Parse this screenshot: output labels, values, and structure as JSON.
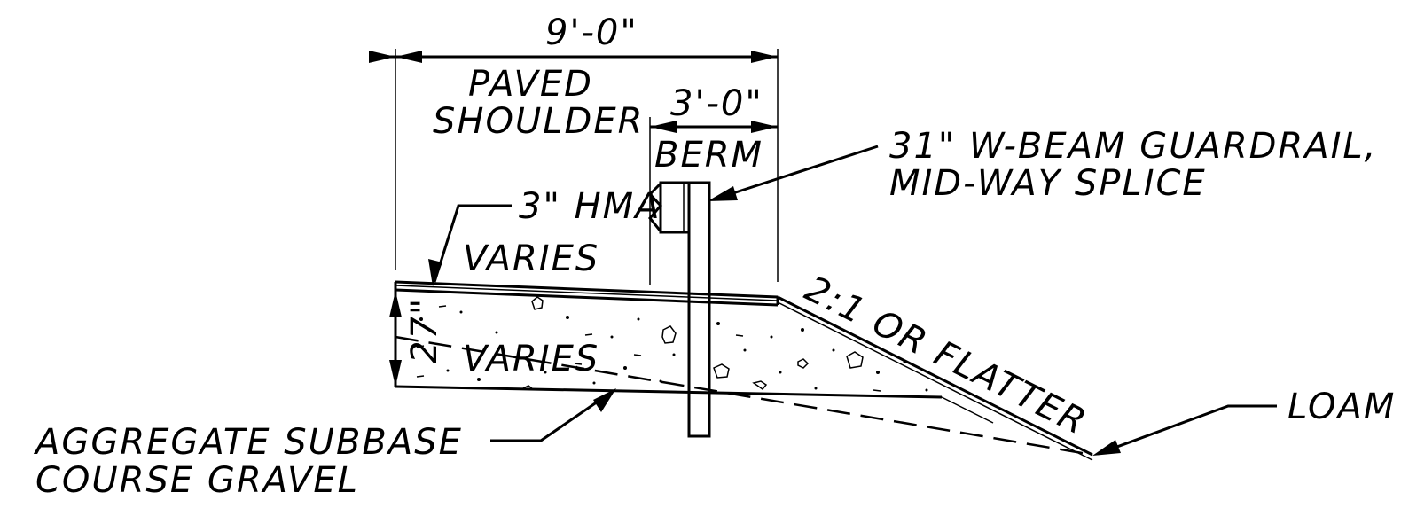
{
  "labels": {
    "dim_total": "9'-0\"",
    "dim_berm": "3'-0\"",
    "paved_line1": "PAVED",
    "paved_line2": "SHOULDER",
    "berm": "BERM",
    "guardrail_line1": "31\" W-BEAM GUARDRAIL,",
    "guardrail_line2": "MID-WAY SPLICE",
    "hma": "3\" HMA",
    "varies_top": "VARIES",
    "varies_mid": "VARIES",
    "depth": "27\"",
    "slope": "2:1 OR FLATTER",
    "loam": "LOAM",
    "subbase_line1": "AGGREGATE SUBBASE",
    "subbase_line2": "COURSE GRAVEL"
  },
  "colors": {
    "line": "#000000",
    "background": "#ffffff"
  }
}
